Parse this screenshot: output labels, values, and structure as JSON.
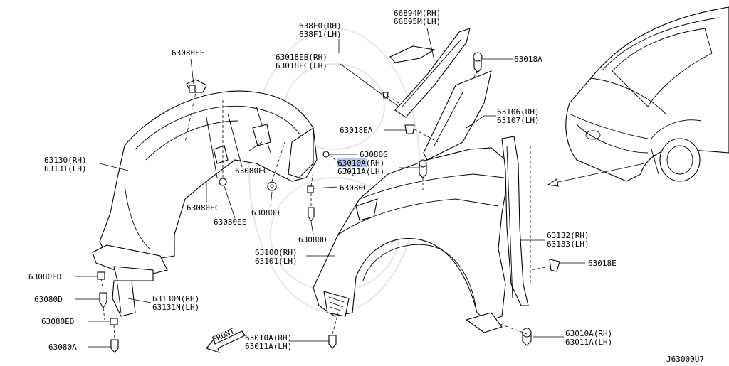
{
  "diagram": {
    "code": "J63000U7",
    "front_label": "FRONT",
    "callouts": [
      {
        "id": "638f",
        "lines": [
          "638F0(RH)",
          "638F1(LH)"
        ]
      },
      {
        "id": "66894m",
        "lines": [
          "66894M(RH)",
          "66895M(LH)"
        ]
      },
      {
        "id": "63018eb",
        "lines": [
          "63018EB(RH)",
          "63018EC(LH)"
        ]
      },
      {
        "id": "63018a",
        "lines": [
          "63018A"
        ]
      },
      {
        "id": "63080ee-top",
        "lines": [
          "63080EE"
        ]
      },
      {
        "id": "63130",
        "lines": [
          "63130(RH)",
          "63131(LH)"
        ]
      },
      {
        "id": "63018ea",
        "lines": [
          "63018EA"
        ]
      },
      {
        "id": "63106",
        "lines": [
          "63106(RH)",
          "63107(LH)"
        ]
      },
      {
        "id": "63080g-1",
        "lines": [
          "63080G"
        ]
      },
      {
        "id": "63010a-hl",
        "lines": [
          "63010A(RH)",
          "63011A(LH)"
        ]
      },
      {
        "id": "63080ec",
        "lines": [
          "63080EC"
        ]
      },
      {
        "id": "63080g-2",
        "lines": [
          "63080G"
        ]
      },
      {
        "id": "63080ec-2",
        "lines": [
          "63080EC"
        ]
      },
      {
        "id": "63080d-1",
        "lines": [
          "63080D"
        ]
      },
      {
        "id": "63080ee-2",
        "lines": [
          "63080EE"
        ]
      },
      {
        "id": "63080d-2",
        "lines": [
          "63080D"
        ]
      },
      {
        "id": "63132",
        "lines": [
          "63132(RH)",
          "63133(LH)"
        ]
      },
      {
        "id": "63100",
        "lines": [
          "63100(RH)",
          "63101(LH)"
        ]
      },
      {
        "id": "63018e",
        "lines": [
          "63018E"
        ]
      },
      {
        "id": "63080ed-1",
        "lines": [
          "63080ED"
        ]
      },
      {
        "id": "63080d-3",
        "lines": [
          "63080D"
        ]
      },
      {
        "id": "63130n",
        "lines": [
          "63130N(RH)",
          "63131N(LH)"
        ]
      },
      {
        "id": "63080ed-2",
        "lines": [
          "63080ED"
        ]
      },
      {
        "id": "63010a-bot",
        "lines": [
          "63010A(RH)",
          "63011A(LH)"
        ]
      },
      {
        "id": "63010a-right",
        "lines": [
          "63010A(RH)",
          "63011A(LH)"
        ]
      },
      {
        "id": "63080a",
        "lines": [
          "63080A"
        ]
      }
    ]
  }
}
